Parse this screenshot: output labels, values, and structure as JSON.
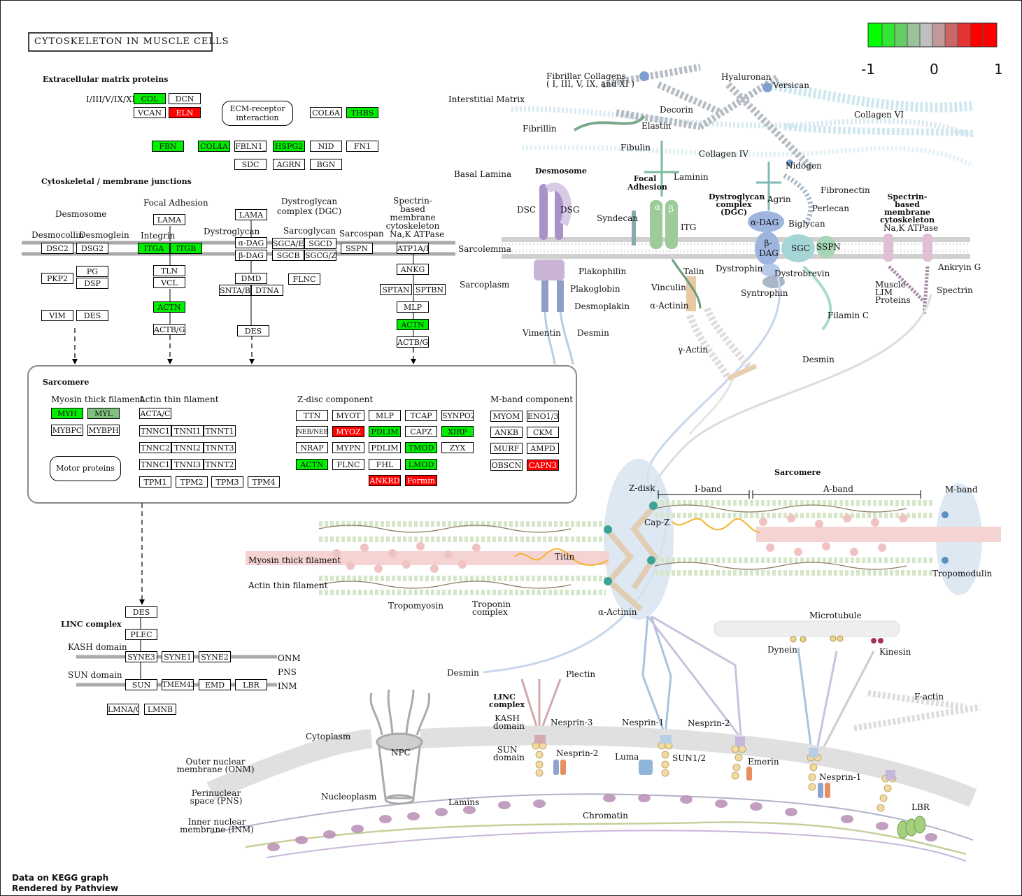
{
  "title": "CYTOSKELETON IN MUSCLE CELLS",
  "footer": {
    "line1": "Data on KEGG graph",
    "line2": "Rendered by Pathview"
  },
  "legend": {
    "min_label": "-1",
    "mid_label": "0",
    "max_label": "1",
    "colors": [
      "#00ff00",
      "#33e633",
      "#66cc66",
      "#99c299",
      "#bfbfbf",
      "#c29999",
      "#cc6666",
      "#e63333",
      "#ff0000"
    ]
  },
  "colors": {
    "up": "#ff0000",
    "down": "#00ee00",
    "mild_down": "#7fc07f"
  },
  "sections": {
    "ecm": "Extracellular matrix proteins",
    "junctions": "Cytoskeletal / membrane junctions",
    "sarcomere": "Sarcomere",
    "linc": "LINC complex"
  },
  "left_labels": {
    "col_types": "I/III/V/IX/XI",
    "ecm_receptor": "ECM-receptor interaction",
    "desmosome": "Desmosome",
    "focal_adhesion": "Focal Adhesion",
    "dgc": "Dystroglycan complex (DGC)",
    "spectrin": "Spectrin-based membrane cytoskeleton",
    "desmocollin": "Desmocollin",
    "desmoglein": "Desmoglein",
    "integrin": "Integrin",
    "dystroglycan": "Dystroglycan",
    "sarcoglycan": "Sarcoglycan",
    "sarcospan": "Sarcospan",
    "naatpase": "Na,K ATPase",
    "myosin_thick": "Myosin thick filament",
    "actin_thin": "Actin thin filament",
    "zdisc": "Z-disc component",
    "mband": "M-band component",
    "motor": "Motor proteins",
    "kash": "KASH domain",
    "sun": "SUN domain",
    "onm": "ONM",
    "pns": "PNS",
    "inm": "INM"
  },
  "genes": {
    "COL": "COL",
    "DCN": "DCN",
    "VCAN": "VCAN",
    "ELN": "ELN",
    "COL6A": "COL6A",
    "THBS": "THBS",
    "FBN": "FBN",
    "COL4A": "COL4A",
    "FBLN1_2": "FBLN1_2",
    "HSPG2": "HSPG2",
    "NID": "NID",
    "FN1": "FN1",
    "SDC": "SDC",
    "AGRN": "AGRN",
    "BGN": "BGN",
    "DSC2": "DSC2",
    "DSG2": "DSG2",
    "ITGA": "ITGA",
    "ITGB": "ITGB",
    "LAMA1": "LAMA",
    "LAMA2": "LAMA",
    "aDAG": "α-DAG",
    "bDAG": "β-DAG",
    "SGCAE": "SGCA/E",
    "SGCD": "SGCD",
    "SGCB": "SGCB",
    "SGCGZ": "SGCG/Z",
    "SSPN": "SSPN",
    "ATP1AB": "ATP1A/B",
    "PG": "PG",
    "DSP": "DSP",
    "PKP2": "PKP2",
    "TLN": "TLN",
    "VCL": "VCL",
    "DMD": "DMD",
    "SNTAB": "SNTA/B",
    "DTNA": "DTNA",
    "FLNC": "FLNC",
    "ANKG": "ANKG",
    "SPTAN": "SPTAN",
    "SPTBN": "SPTBN",
    "MLP_J": "MLP",
    "ACTN_FA": "ACTN",
    "ACTN_SP": "ACTN",
    "ACTBG1": "ACTB/G",
    "ACTBG2": "ACTB/G",
    "VIM": "VIM",
    "DES1": "DES",
    "DES2": "DES",
    "MYH": "MYH",
    "MYL": "MYL",
    "MYBPC": "MYBPC",
    "MYBPH": "MYBPH",
    "ACTAC": "ACTA/C",
    "TNNC1a": "TNNC1",
    "TNNI1": "TNNI1",
    "TNNT1": "TNNT1",
    "TNNC2": "TNNC2",
    "TNNI2": "TNNI2",
    "TNNT3": "TNNT3",
    "TNNC1b": "TNNC1",
    "TNNI3": "TNNI3",
    "TNNT2": "TNNT2",
    "TPM1": "TPM1",
    "TPM2": "TPM2",
    "TPM3": "TPM3",
    "TPM4": "TPM4",
    "TTN": "TTN",
    "MYOT": "MYOT",
    "MLP": "MLP",
    "TCAP": "TCAP",
    "SYNPO2": "SYNPO2",
    "NEBNEBL": "NEB/NEBL",
    "MYOZ": "MYOZ",
    "PDLIM_G": "PDLIM",
    "CAPZ": "CAPZ",
    "XIRP": "XIRP",
    "NRAP": "NRAP",
    "MYPN": "MYPN",
    "PDLIM": "PDLIM",
    "TMOD": "TMOD",
    "ZYX": "ZYX",
    "ACTN_Z": "ACTN",
    "FLNC_Z": "FLNC",
    "FHL": "FHL",
    "LMOD": "LMOD",
    "ANKRD": "ANKRD",
    "Formin": "Formin",
    "MYOM": "MYOM",
    "ENO13": "ENO1/3",
    "ANKB": "ANKB",
    "CKM": "CKM",
    "MURF": "MURF",
    "AMPD": "AMPD",
    "OBSCN": "OBSCN",
    "CAPN3": "CAPN3",
    "DES3": "DES",
    "PLEC": "PLEC",
    "SYNE3": "SYNE3",
    "SYNE1": "SYNE1",
    "SYNE2": "SYNE2",
    "SUN": "SUN",
    "TMEM43": "TMEM43",
    "EMD": "EMD",
    "LBR": "LBR",
    "LMNAC": "LMNA/C",
    "LMNB": "LMNB"
  },
  "illustration": {
    "interstitial_matrix": "Interstitial Matrix",
    "basal_lamina": "Basal Lamina",
    "sarcolemma": "Sarcolemma",
    "sarcoplasm": "Sarcoplasm",
    "fibrillar_collagens": "Fibrillar Collagens",
    "collagen_types": "( I, III, V, IX, and XI )",
    "hyaluronan": "Hyaluronan",
    "versican": "Versican",
    "decorin": "Decorin",
    "elastin": "Elastin",
    "collagen6": "Collagen VI",
    "fibrillin": "Fibrillin",
    "fibulin": "Fibulin",
    "collagen4": "Collagen IV",
    "nidogen": "Nidogen",
    "laminin": "Laminin",
    "desmosome": "Desmosome",
    "dsc": "DSC",
    "dsg": "DSG",
    "focal_adhesion": "Focal Adhesion",
    "syndecan": "Syndecan",
    "itg": "ITG",
    "alpha": "α",
    "beta": "β",
    "dgc": "Dystroglycan complex (DGC)",
    "agrin": "Agrin",
    "fibronectin": "Fibronectin",
    "perlecan": "Perlecan",
    "biglycan": "Biglycan",
    "adag": "α-DAG",
    "bdag": "β-DAG",
    "sgc": "SGC",
    "sspn": "SSPN",
    "spectrin_title": "Spectrin-based membrane cytoskeleton",
    "naatpase": "Na,K ATPase",
    "plakophilin": "Plakophilin",
    "plakoglobin": "Plakoglobin",
    "desmoplakin": "Desmoplakin",
    "vimentin": "Vimentin",
    "desmin": "Desmin",
    "talin": "Talin",
    "vinculin": "Vinculin",
    "aactinin": "α-Actinin",
    "gactin": "γ-Actin",
    "dystrophin": "Dystrophin",
    "dystrobrevin": "Dystrobrevin",
    "syntrophin": "Syntrophin",
    "filaminc": "Filamin C",
    "desmin2": "Desmin",
    "ankyrin": "Ankryin G",
    "spectrin": "Spectrin",
    "muscle_lim": "Muscle LIM Proteins",
    "sarcomere": "Sarcomere",
    "zdisk": "Z-disk",
    "iband": "I-band",
    "aband": "A-band",
    "mband": "M-band",
    "capz": "Cap-Z",
    "titin": "Titin",
    "myosin_thick": "Myosin thick filament",
    "actin_thin": "Actin thin filament",
    "tropomodulin": "Tropomodulin",
    "tropomyosin": "Tropomyosin",
    "troponin": "Troponin complex",
    "aactinin2": "α-Actinin",
    "microtubule": "Microtubule",
    "dynein": "Dynein",
    "kinesin": "Kinesin",
    "desmin3": "Desmin",
    "plectin": "Plectin",
    "linc": "LINC complex",
    "kash": "KASH domain",
    "sun": "SUN domain",
    "nesprin3": "Nesprin-3",
    "nesprin1": "Nesprin-1",
    "nesprin2": "Nesprin-2",
    "nesprin2b": "Nesprin-2",
    "nesprin1b": "Nesprin-1",
    "factin": "F-actin",
    "cytoplasm": "Cytoplasm",
    "npc": "NPC",
    "onm": "Outer nuclear membrane (ONM)",
    "pns": "Perinuclear space (PNS)",
    "inm": "Inner nuclear membrane (INM)",
    "nucleoplasm": "Nucleoplasm",
    "lamins": "Lamins",
    "chromatin": "Chromatin",
    "luma": "Luma",
    "sun12": "SUN1/2",
    "emerin": "Emerin",
    "lbr": "LBR"
  }
}
